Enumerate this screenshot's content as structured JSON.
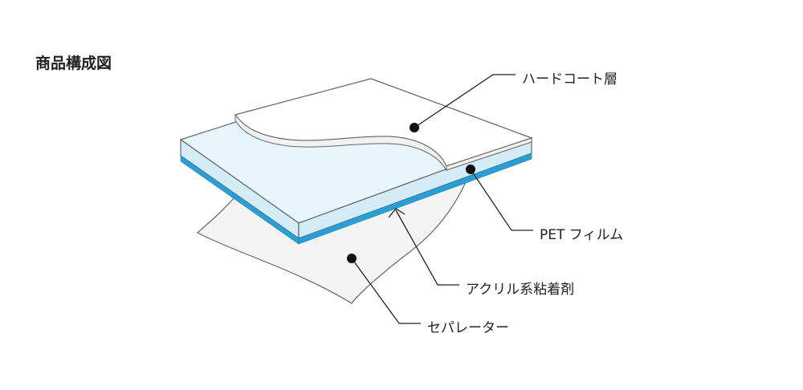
{
  "title": "商品構成図",
  "layers": [
    {
      "id": "hardcoat",
      "label": "ハードコート層"
    },
    {
      "id": "pet",
      "label": "PET フィルム"
    },
    {
      "id": "adhesive",
      "label": "アクリル系粘着剤"
    },
    {
      "id": "separator",
      "label": "セパレーター"
    }
  ],
  "colors": {
    "pet_top": "#e6f6fc",
    "pet_side": "#d3ecf6",
    "adhesive": "#2a9fd6",
    "hardcoat": "#ffffff",
    "separator": "#f4f4f4",
    "outline": "#666666",
    "leader": "#222222"
  }
}
